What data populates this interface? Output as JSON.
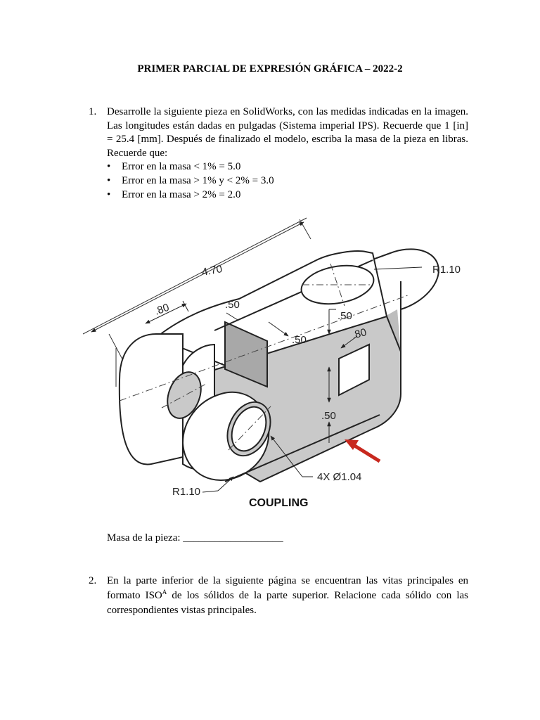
{
  "title": "PRIMER PARCIAL DE EXPRESIÓN GRÁFICA – 2022-2",
  "q1": {
    "number": "1.",
    "text": "Desarrolle la siguiente pieza en SolidWorks, con las medidas indicadas en la imagen. Las longitudes están dadas en pulgadas (Sistema imperial IPS). Recuerde que 1 [in] = 25.4 [mm]. Después de finalizado el modelo, escriba la masa de la pieza en libras. Recuerde que:",
    "bullets": [
      "Error en la masa < 1% = 5.0",
      "Error en la masa > 1% y < 2% = 3.0",
      "Error en la masa > 2% = 2.0"
    ]
  },
  "figure": {
    "dims": {
      "length": "4.70",
      "slot_len": ".80",
      "slot_w": ".50",
      "r_top": "R1.10",
      "d1": ".50",
      "d2": ".80",
      "d3": ".50",
      "d4": ".50",
      "r_bottom": "R1.10",
      "holes": "4X Ø1.04"
    },
    "caption": "COUPLING",
    "accent_color": "#c8281e"
  },
  "masa": {
    "label": "Masa de la pieza: ",
    "blank": "___________________"
  },
  "q2": {
    "number": "2.",
    "text_before": "En la parte inferior de la siguiente página se encuentran las vitas principales en formato ISO",
    "sup": "A",
    "text_after": " de los sólidos de la parte superior. Relacione cada sólido con las correspondientes vistas principales."
  }
}
